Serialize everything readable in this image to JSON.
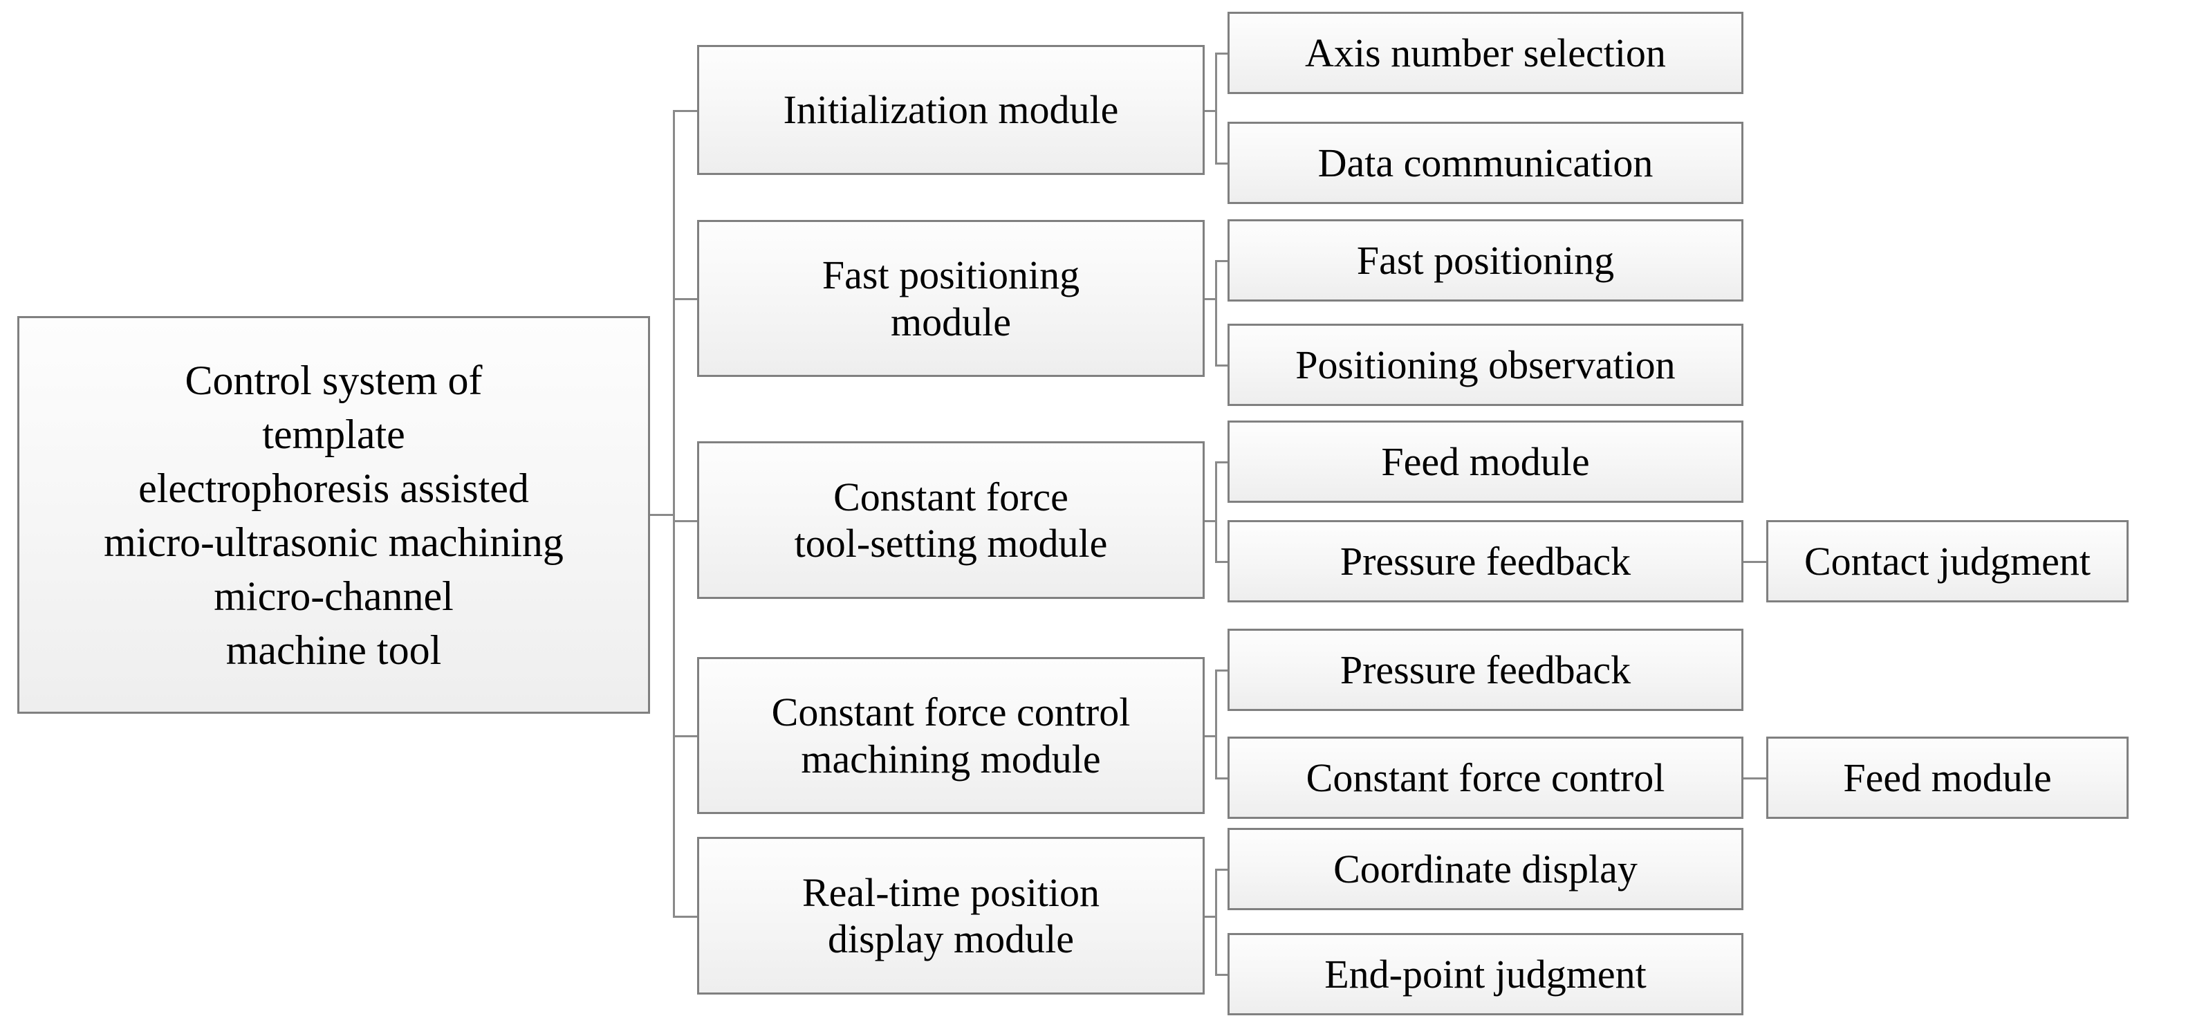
{
  "diagram": {
    "title": "Control system architecture tree",
    "orientation": "left-to-right",
    "colors": {
      "box_border": "#808080",
      "box_fill_top": "#fdfdfd",
      "box_fill_bottom": "#eeeeee",
      "connector": "#8a8a8a",
      "text": "#000000",
      "background": "#ffffff"
    },
    "root": {
      "label": "Control system of\ntemplate\nelectrophoresis assisted\nmicro-ultrasonic machining\nmicro-channel\nmachine tool"
    },
    "modules": [
      {
        "label": "Initialization module",
        "children": [
          {
            "label": "Axis number selection",
            "children": []
          },
          {
            "label": "Data communication",
            "children": []
          }
        ]
      },
      {
        "label": "Fast positioning\nmodule",
        "children": [
          {
            "label": "Fast positioning",
            "children": []
          },
          {
            "label": "Positioning observation",
            "children": []
          }
        ]
      },
      {
        "label": "Constant force\ntool-setting module",
        "children": [
          {
            "label": "Feed module",
            "children": []
          },
          {
            "label": "Pressure feedback",
            "children": [
              {
                "label": "Contact judgment"
              }
            ]
          }
        ]
      },
      {
        "label": "Constant force control\nmachining module",
        "children": [
          {
            "label": "Pressure feedback",
            "children": []
          },
          {
            "label": "Constant force control",
            "children": [
              {
                "label": "Feed module"
              }
            ]
          }
        ]
      },
      {
        "label": "Real-time position\ndisplay module",
        "children": [
          {
            "label": "Coordinate display",
            "children": []
          },
          {
            "label": "End-point judgment",
            "children": []
          }
        ]
      }
    ]
  }
}
